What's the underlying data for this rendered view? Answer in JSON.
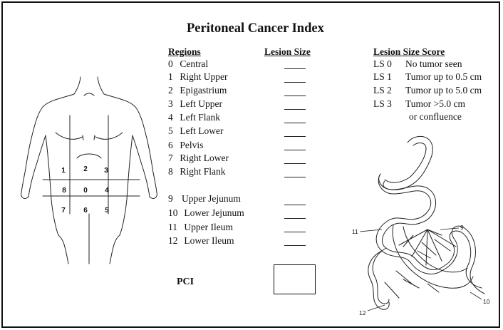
{
  "title": "Peritoneal Cancer Index",
  "regions_header": "Regions",
  "lesion_size_header": "Lesion Size",
  "score_header": "Lesion Size Score",
  "regions": [
    {
      "num": "0",
      "name": "Central"
    },
    {
      "num": "1",
      "name": "Right Upper"
    },
    {
      "num": "2",
      "name": "Epigastrium"
    },
    {
      "num": "3",
      "name": "Left Upper"
    },
    {
      "num": "4",
      "name": "Left Flank"
    },
    {
      "num": "5",
      "name": "Left Lower"
    },
    {
      "num": "6",
      "name": "Pelvis"
    },
    {
      "num": "7",
      "name": "Right Lower"
    },
    {
      "num": "8",
      "name": "Right Flank"
    }
  ],
  "bowel_regions": [
    {
      "num": "9",
      "name": "Upper Jejunum"
    },
    {
      "num": "10",
      "name": "Lower Jejunum"
    },
    {
      "num": "11",
      "name": "Upper Ileum"
    },
    {
      "num": "12",
      "name": "Lower Ileum"
    }
  ],
  "scores": [
    {
      "code": "LS 0",
      "desc": "No tumor seen"
    },
    {
      "code": "LS 1",
      "desc": "Tumor up to 0.5 cm"
    },
    {
      "code": "LS 2",
      "desc": "Tumor up to 5.0 cm"
    },
    {
      "code": "LS 3",
      "desc": "Tumor >5.0 cm"
    }
  ],
  "score_continuation": "or confluence",
  "pci_label": "PCI",
  "body_grid_labels": {
    "r1": [
      "1",
      "2",
      "3"
    ],
    "r2": [
      "8",
      "0",
      "4"
    ],
    "r3": [
      "7",
      "6",
      "5"
    ]
  },
  "intestine_labels": {
    "a": "11",
    "b": "9",
    "c": "10",
    "d": "12"
  }
}
